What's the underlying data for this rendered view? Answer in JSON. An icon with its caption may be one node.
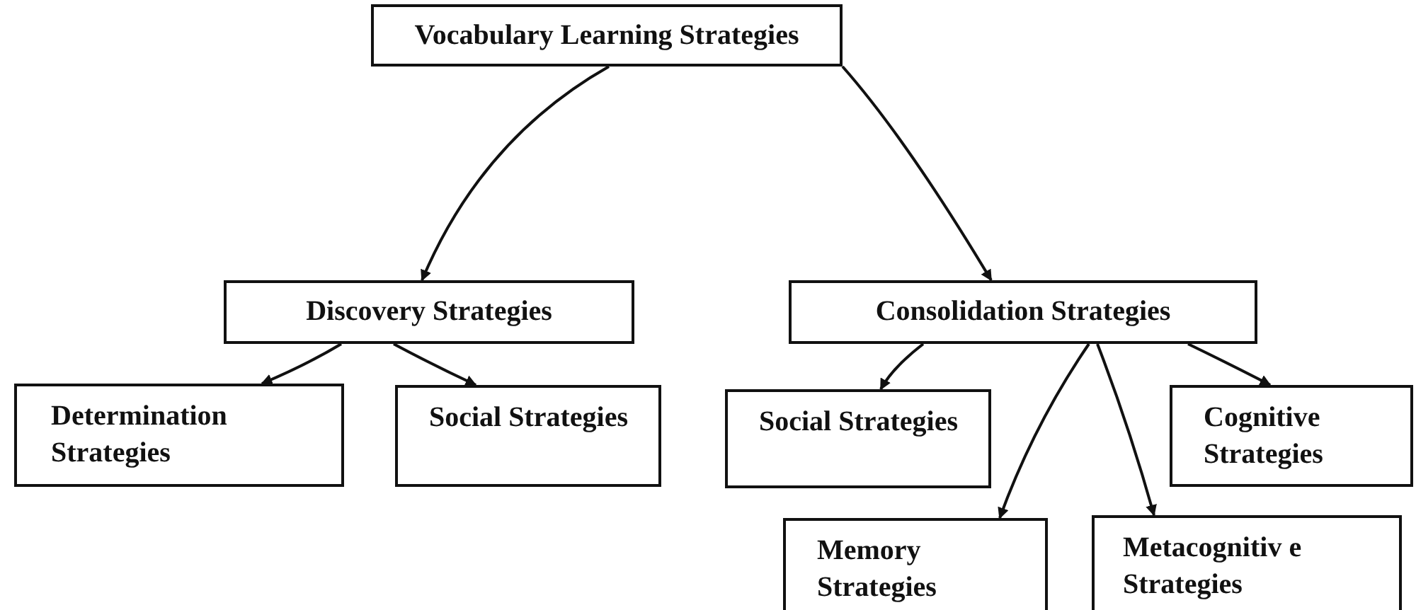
{
  "diagram": {
    "nodes": [
      {
        "text": [
          "Vocabulary Learning Strategies"
        ]
      },
      {
        "text": [
          "Discovery Strategies"
        ]
      },
      {
        "text": [
          "Consolidation Strategies"
        ]
      },
      {
        "text": [
          "Determination Strategies"
        ]
      },
      {
        "text": [
          "Social Strategies"
        ]
      },
      {
        "text": [
          "Social Strategies"
        ]
      },
      {
        "text": [
          "Cognitive Strategies"
        ]
      },
      {
        "text": [
          "Memory Strategies"
        ]
      },
      {
        "text": [
          "Metacognitiv e Strategies"
        ]
      }
    ],
    "edges": [
      {
        "from": 0,
        "to": 1,
        "arrow": "to"
      },
      {
        "from": 0,
        "to": 2,
        "arrow": "to"
      },
      {
        "from": 1,
        "to": 3,
        "arrow": "to"
      },
      {
        "from": 1,
        "to": 4,
        "arrow": "to"
      },
      {
        "from": 2,
        "to": 5,
        "arrow": "to"
      },
      {
        "from": 2,
        "to": 7,
        "arrow": "to"
      },
      {
        "from": 2,
        "to": 8,
        "arrow": "to"
      },
      {
        "from": 2,
        "to": 6,
        "arrow": "to"
      }
    ]
  }
}
